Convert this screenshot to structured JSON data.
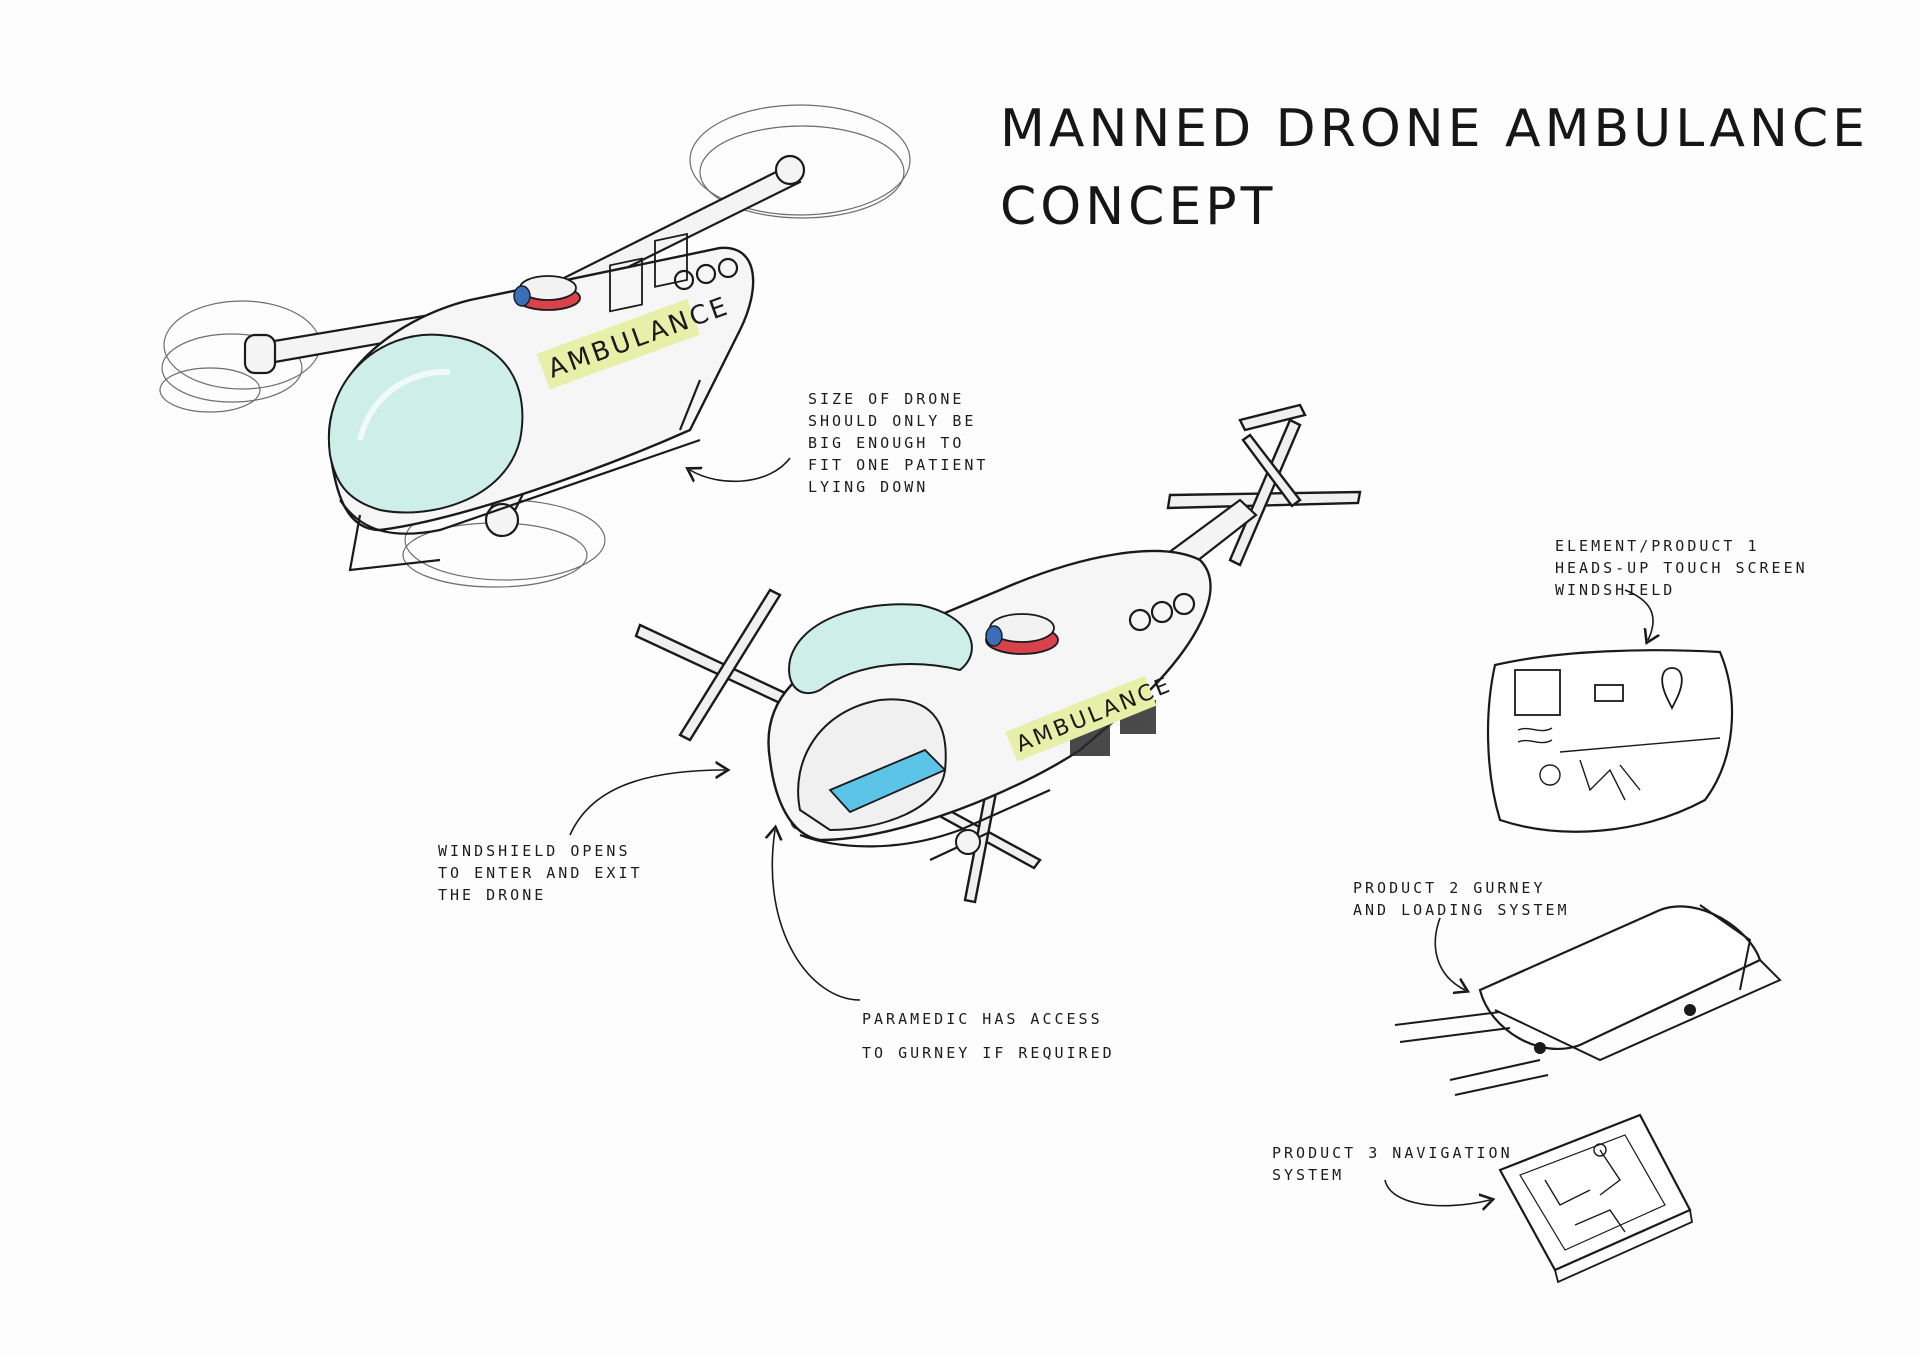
{
  "title": {
    "line1": "MANNED DRONE AMBULANCE",
    "line2": "CONCEPT"
  },
  "drone_labels": {
    "top": "AMBULANCE",
    "bottom": "AMBULANCE"
  },
  "notes": {
    "size": [
      "SIZE OF DRONE",
      "SHOULD ONLY BE",
      "BIG ENOUGH TO",
      "FIT ONE PATIENT",
      "LYING DOWN"
    ],
    "windshield": [
      "WINDSHIELD OPENS",
      "TO ENTER AND EXIT",
      "THE DRONE"
    ],
    "paramedic": [
      "PARAMEDIC HAS ACCESS",
      "TO GURNEY IF REQUIRED"
    ],
    "product1": [
      "ELEMENT/PRODUCT 1",
      "HEADS-UP TOUCH SCREEN",
      "WINDSHIELD"
    ],
    "product2": [
      "PRODUCT 2 GURNEY",
      "AND LOADING SYSTEM"
    ],
    "product3": [
      "PRODUCT 3 NAVIGATION",
      "SYSTEM"
    ]
  },
  "colors": {
    "ink": "#1a1a1a",
    "glass": "#cdeee9",
    "label_highlight": "#e7f0a8",
    "light_red": "#d8434b",
    "light_blue": "#3a6fb7",
    "gurney_blue": "#5cc4e6",
    "shadow": "#2a2a2a"
  }
}
